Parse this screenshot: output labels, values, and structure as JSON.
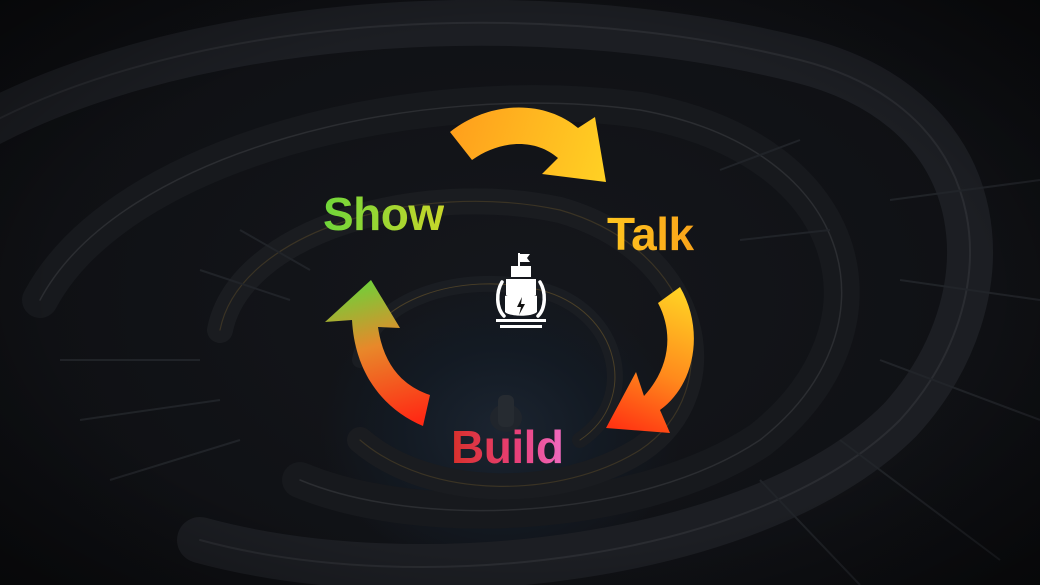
{
  "diagram": {
    "type": "cycle",
    "steps": [
      {
        "label": "Talk",
        "color_start": "#ffc51f",
        "color_end": "#f9a41a"
      },
      {
        "label": "Build",
        "color_start": "#d8302a",
        "color_end": "#f06ac0"
      },
      {
        "label": "Show",
        "color_start": "#6fd63a",
        "color_end": "#c8d62a"
      }
    ],
    "arrows": [
      {
        "from": "Show",
        "to": "Talk",
        "color_start": "#ffa01e",
        "color_end": "#ffd21e"
      },
      {
        "from": "Talk",
        "to": "Build",
        "color_start": "#ffd21e",
        "color_end": "#ff3a14"
      },
      {
        "from": "Build",
        "to": "Show",
        "color_start": "#ff2a14",
        "color_end": "#6cd23a"
      }
    ],
    "center_icon": "ship-lightning-logo-icon",
    "background": "spiral-staircase-photo"
  }
}
